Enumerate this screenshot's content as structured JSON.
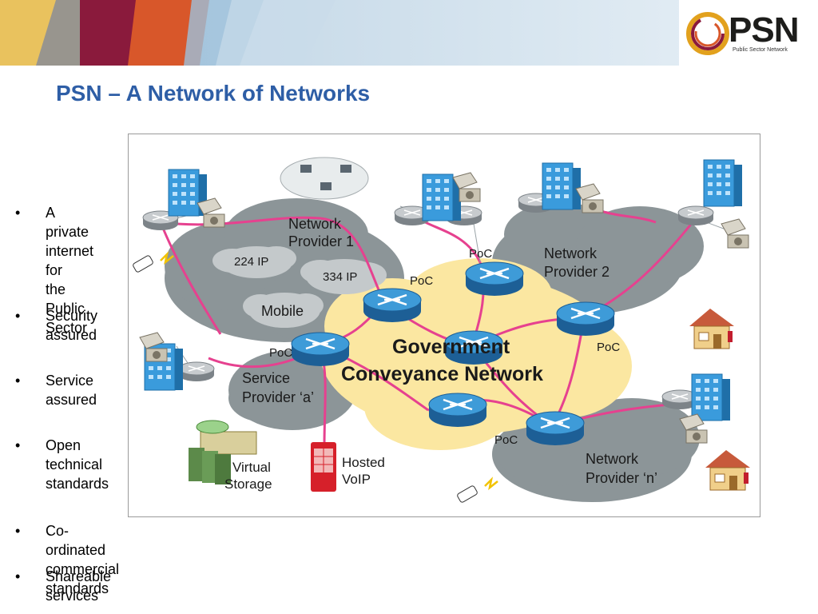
{
  "slide": {
    "title": "PSN – A Network of Networks",
    "logo": {
      "text": "PSN",
      "subtitle": "Public Sector Network",
      "ring_colors": [
        "#e2a11d",
        "#8a1a3c",
        "#d8572a"
      ]
    },
    "banner_colors": [
      "#eac05a",
      "#8e8f92",
      "#8a1a3c",
      "#d8572a",
      "#a9c4d9",
      "#dde9f2"
    ],
    "accent": "#2e5ea6"
  },
  "bullets": [
    {
      "lines": [
        "A private",
        "internet for",
        "the Public",
        "Sector"
      ]
    },
    {
      "lines": [
        "Security",
        "assured"
      ]
    },
    {
      "lines": [
        "Service",
        "assured"
      ]
    },
    {
      "lines": [
        "Open",
        "technical",
        "standards"
      ]
    },
    {
      "lines": [
        "Co-ordinated commercial standards"
      ]
    },
    {
      "lines": [
        "Shareable services"
      ]
    }
  ],
  "diagram": {
    "core": {
      "line1": "Government",
      "line2": "Conveyance Network"
    },
    "np1": {
      "line1": "Network",
      "line2": "Provider 1"
    },
    "np2": {
      "line1": "Network",
      "line2": "Provider 2"
    },
    "npn": {
      "line1": "Network",
      "line2": "Provider ‘n’"
    },
    "sp": {
      "line1": "Service",
      "line2": "Provider ‘a’"
    },
    "sub": {
      "ip224": "224 IP",
      "ip334": "334 IP",
      "mobile": "Mobile"
    },
    "poc": "PoC",
    "storage": {
      "line1": "Virtual",
      "line2": "Storage"
    },
    "voip": {
      "line1": "Hosted",
      "line2": "VoIP"
    },
    "colors": {
      "cloud": "#8c9598",
      "core": "#fbe7a1",
      "link": "#e6418f",
      "router": "#2a7fc0",
      "building": "#3a9bdc"
    }
  }
}
